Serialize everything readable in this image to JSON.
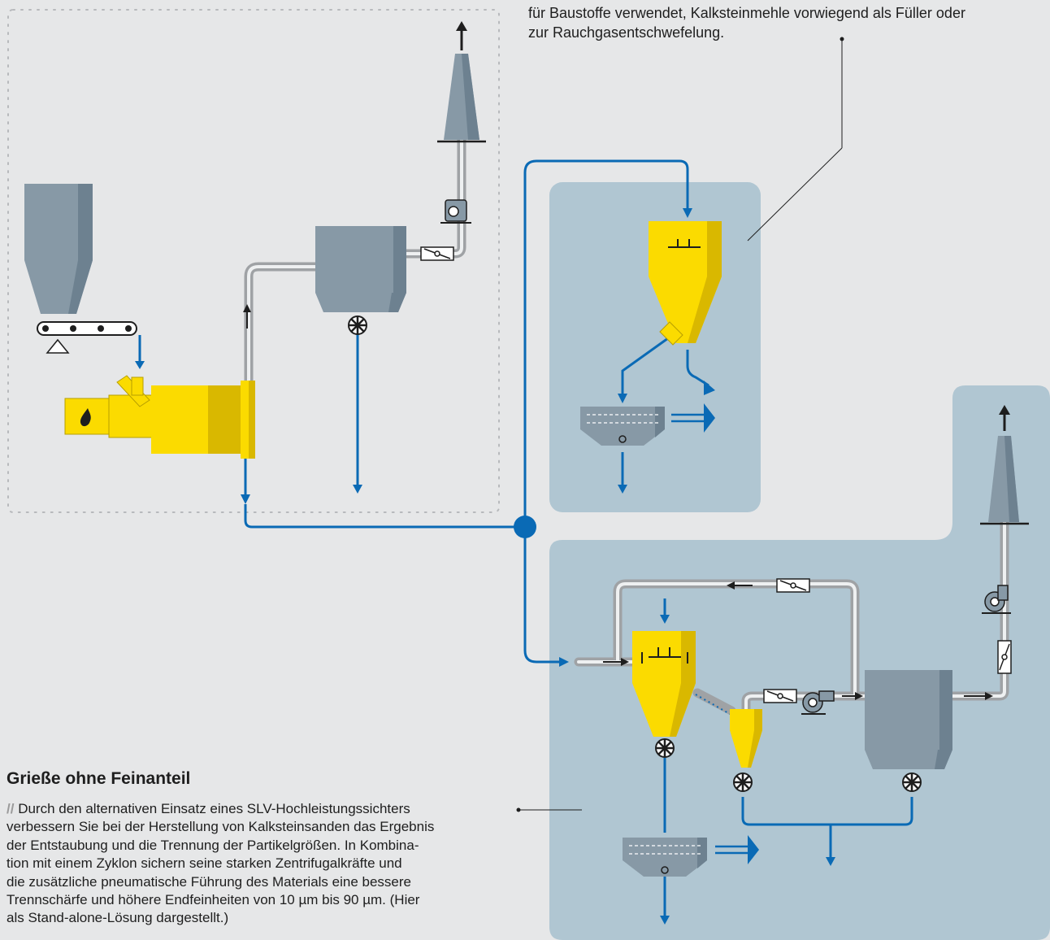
{
  "top_text": {
    "line1": "für Baustoffe verwendet, Kalksteinmehle vorwiegend als Füller oder",
    "line2": "zur Rauchgasentschwefelung."
  },
  "section": {
    "heading": "Grieße ohne Feinanteil",
    "prefix": "//",
    "lines": [
      "Durch den alternativen Einsatz eines SLV-Hochleistungssichters",
      "verbessern Sie bei der Herstellung von Kalksteinsanden das Ergebnis",
      "der Entstaubung und die Trennung der Partikelgrößen. In Kombina-",
      "tion mit einem Zyklon sichern seine starken Zentrifugalkräfte und",
      "die zusätzliche pneumatische Führung des Materials eine bessere",
      "Trennschärfe und höhere Endfeinheiten von 10 µm bis 90 µm. (Hier",
      "als Stand-alone-Lösung dargestellt.)"
    ]
  },
  "colors": {
    "background": "#e6e7e8",
    "panel": "#b0c6d2",
    "yellow": "#fbdb00",
    "flow_blue": "#0a6ab5",
    "steel": "#8799a6",
    "pipe": "#b5b7ba"
  }
}
